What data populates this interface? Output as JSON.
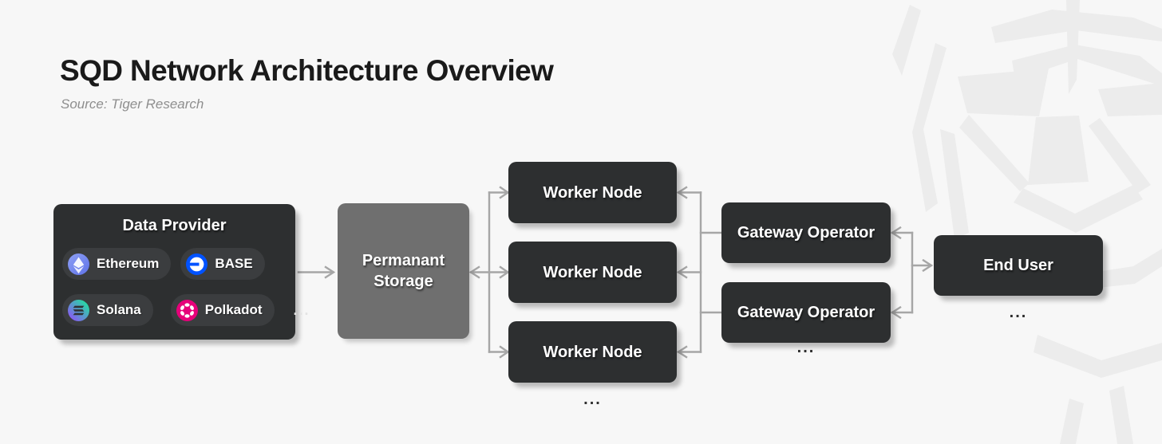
{
  "header": {
    "title": "SQD Network Architecture Overview",
    "source": "Source: Tiger Research"
  },
  "diagram": {
    "data_provider": {
      "title": "Data Provider",
      "chains": [
        {
          "name": "Ethereum",
          "icon": "ethereum-icon"
        },
        {
          "name": "BASE",
          "icon": "base-icon"
        },
        {
          "name": "Solana",
          "icon": "solana-icon"
        },
        {
          "name": "Polkadot",
          "icon": "polkadot-icon"
        }
      ],
      "more_indicator": "..."
    },
    "permanent_storage": {
      "line1": "Permanant",
      "line2": "Storage"
    },
    "worker_nodes": {
      "labels": [
        "Worker Node",
        "Worker Node",
        "Worker Node"
      ],
      "more_indicator": "..."
    },
    "gateway_operators": {
      "labels": [
        "Gateway Operator",
        "Gateway Operator"
      ],
      "more_indicator": "..."
    },
    "end_user": {
      "label": "End User",
      "more_indicator": "..."
    }
  },
  "colors": {
    "background": "#f7f7f7",
    "box_dark": "#2d2f30",
    "box_gray": "#6f6f6f",
    "chip_bg": "#3b3d3f",
    "arrow": "#a6a6a6",
    "watermark": "#ececec",
    "ethereum_top": "#8ea0f4",
    "ethereum_bottom": "#5f72e8",
    "base_blue": "#0052ff",
    "solana_purple": "#9945ff",
    "solana_green": "#14f195",
    "polkadot_pink": "#e6007a"
  }
}
